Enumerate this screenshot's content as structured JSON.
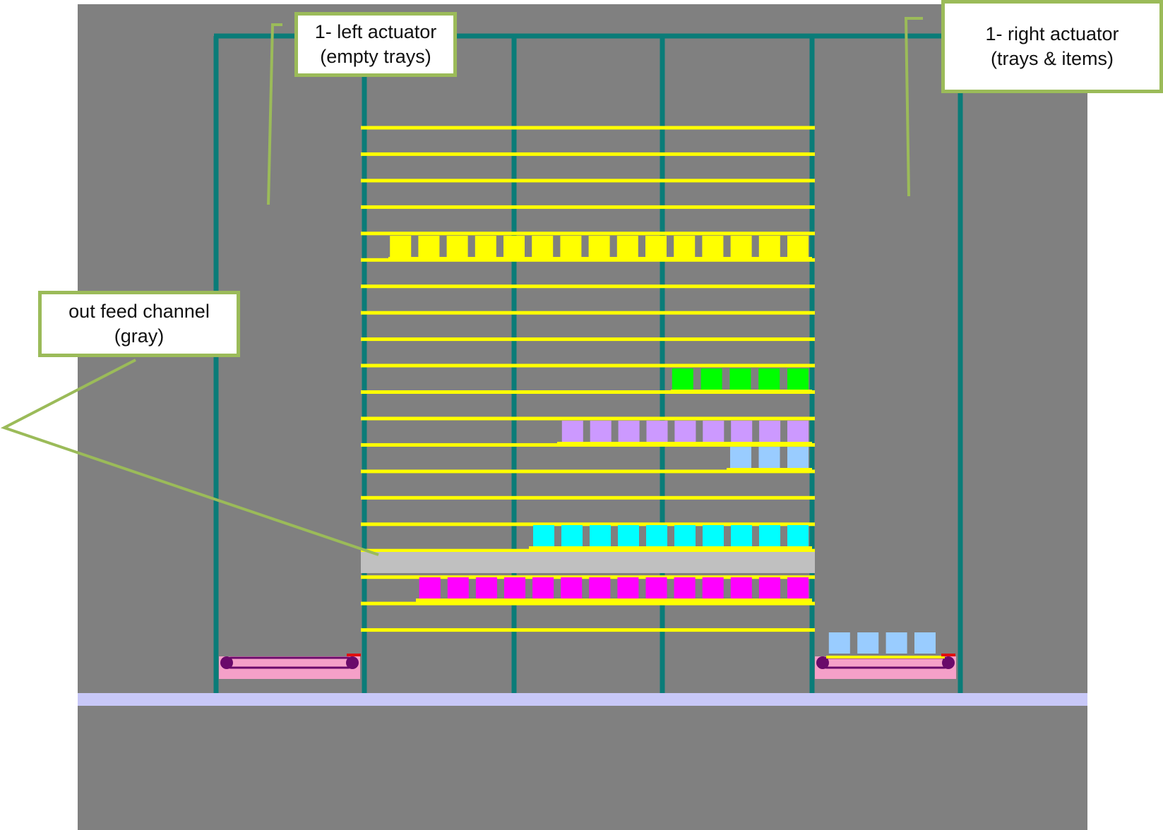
{
  "colors": {
    "background": "#808080",
    "frame": "#0a7c78",
    "shelf": "#ffff00",
    "floor": "#c8c8f8",
    "outfeed_channel": "#c0c0c0",
    "conveyor_base": "#f5a0c8",
    "conveyor_roller": "#6a0a6a",
    "leader": "#9bbb59",
    "stop_marker": "#e01010"
  },
  "callouts": {
    "left_actuator": {
      "line1": "1- left actuator",
      "line2": "(empty trays)"
    },
    "right_actuator": {
      "line1": "1- right actuator",
      "line2": "(trays & items)"
    },
    "outfeed": {
      "line1": "out feed channel",
      "line2": "(gray)"
    }
  },
  "shelf_count": 20,
  "item_rows": [
    {
      "name": "yellow-items",
      "color": "#ffff00",
      "count": 15
    },
    {
      "name": "green-items",
      "color": "#00ff00",
      "count": 5
    },
    {
      "name": "lavender-items",
      "color": "#cc99ff",
      "count": 9
    },
    {
      "name": "light-blue-items",
      "color": "#99ccff",
      "count": 3
    },
    {
      "name": "cyan-items",
      "color": "#00ffff",
      "count": 10
    },
    {
      "name": "magenta-items",
      "color": "#ff00ff",
      "count": 14
    },
    {
      "name": "conveyor-items",
      "color": "#99ccff",
      "count": 4
    }
  ]
}
